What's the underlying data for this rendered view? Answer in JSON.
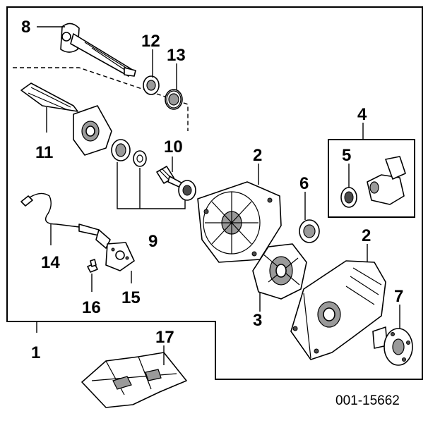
{
  "callouts": {
    "c1": "1",
    "c2a": "2",
    "c2b": "2",
    "c3": "3",
    "c4": "4",
    "c5": "5",
    "c6": "6",
    "c7": "7",
    "c8": "8",
    "c9": "9",
    "c10": "10",
    "c11": "11",
    "c12": "12",
    "c13": "13",
    "c14": "14",
    "c15": "15",
    "c16": "16",
    "c17": "17"
  },
  "reference_code": "001-15662",
  "colors": {
    "line": "#000000",
    "shade": "#9a9a9a",
    "background": "#ffffff"
  }
}
